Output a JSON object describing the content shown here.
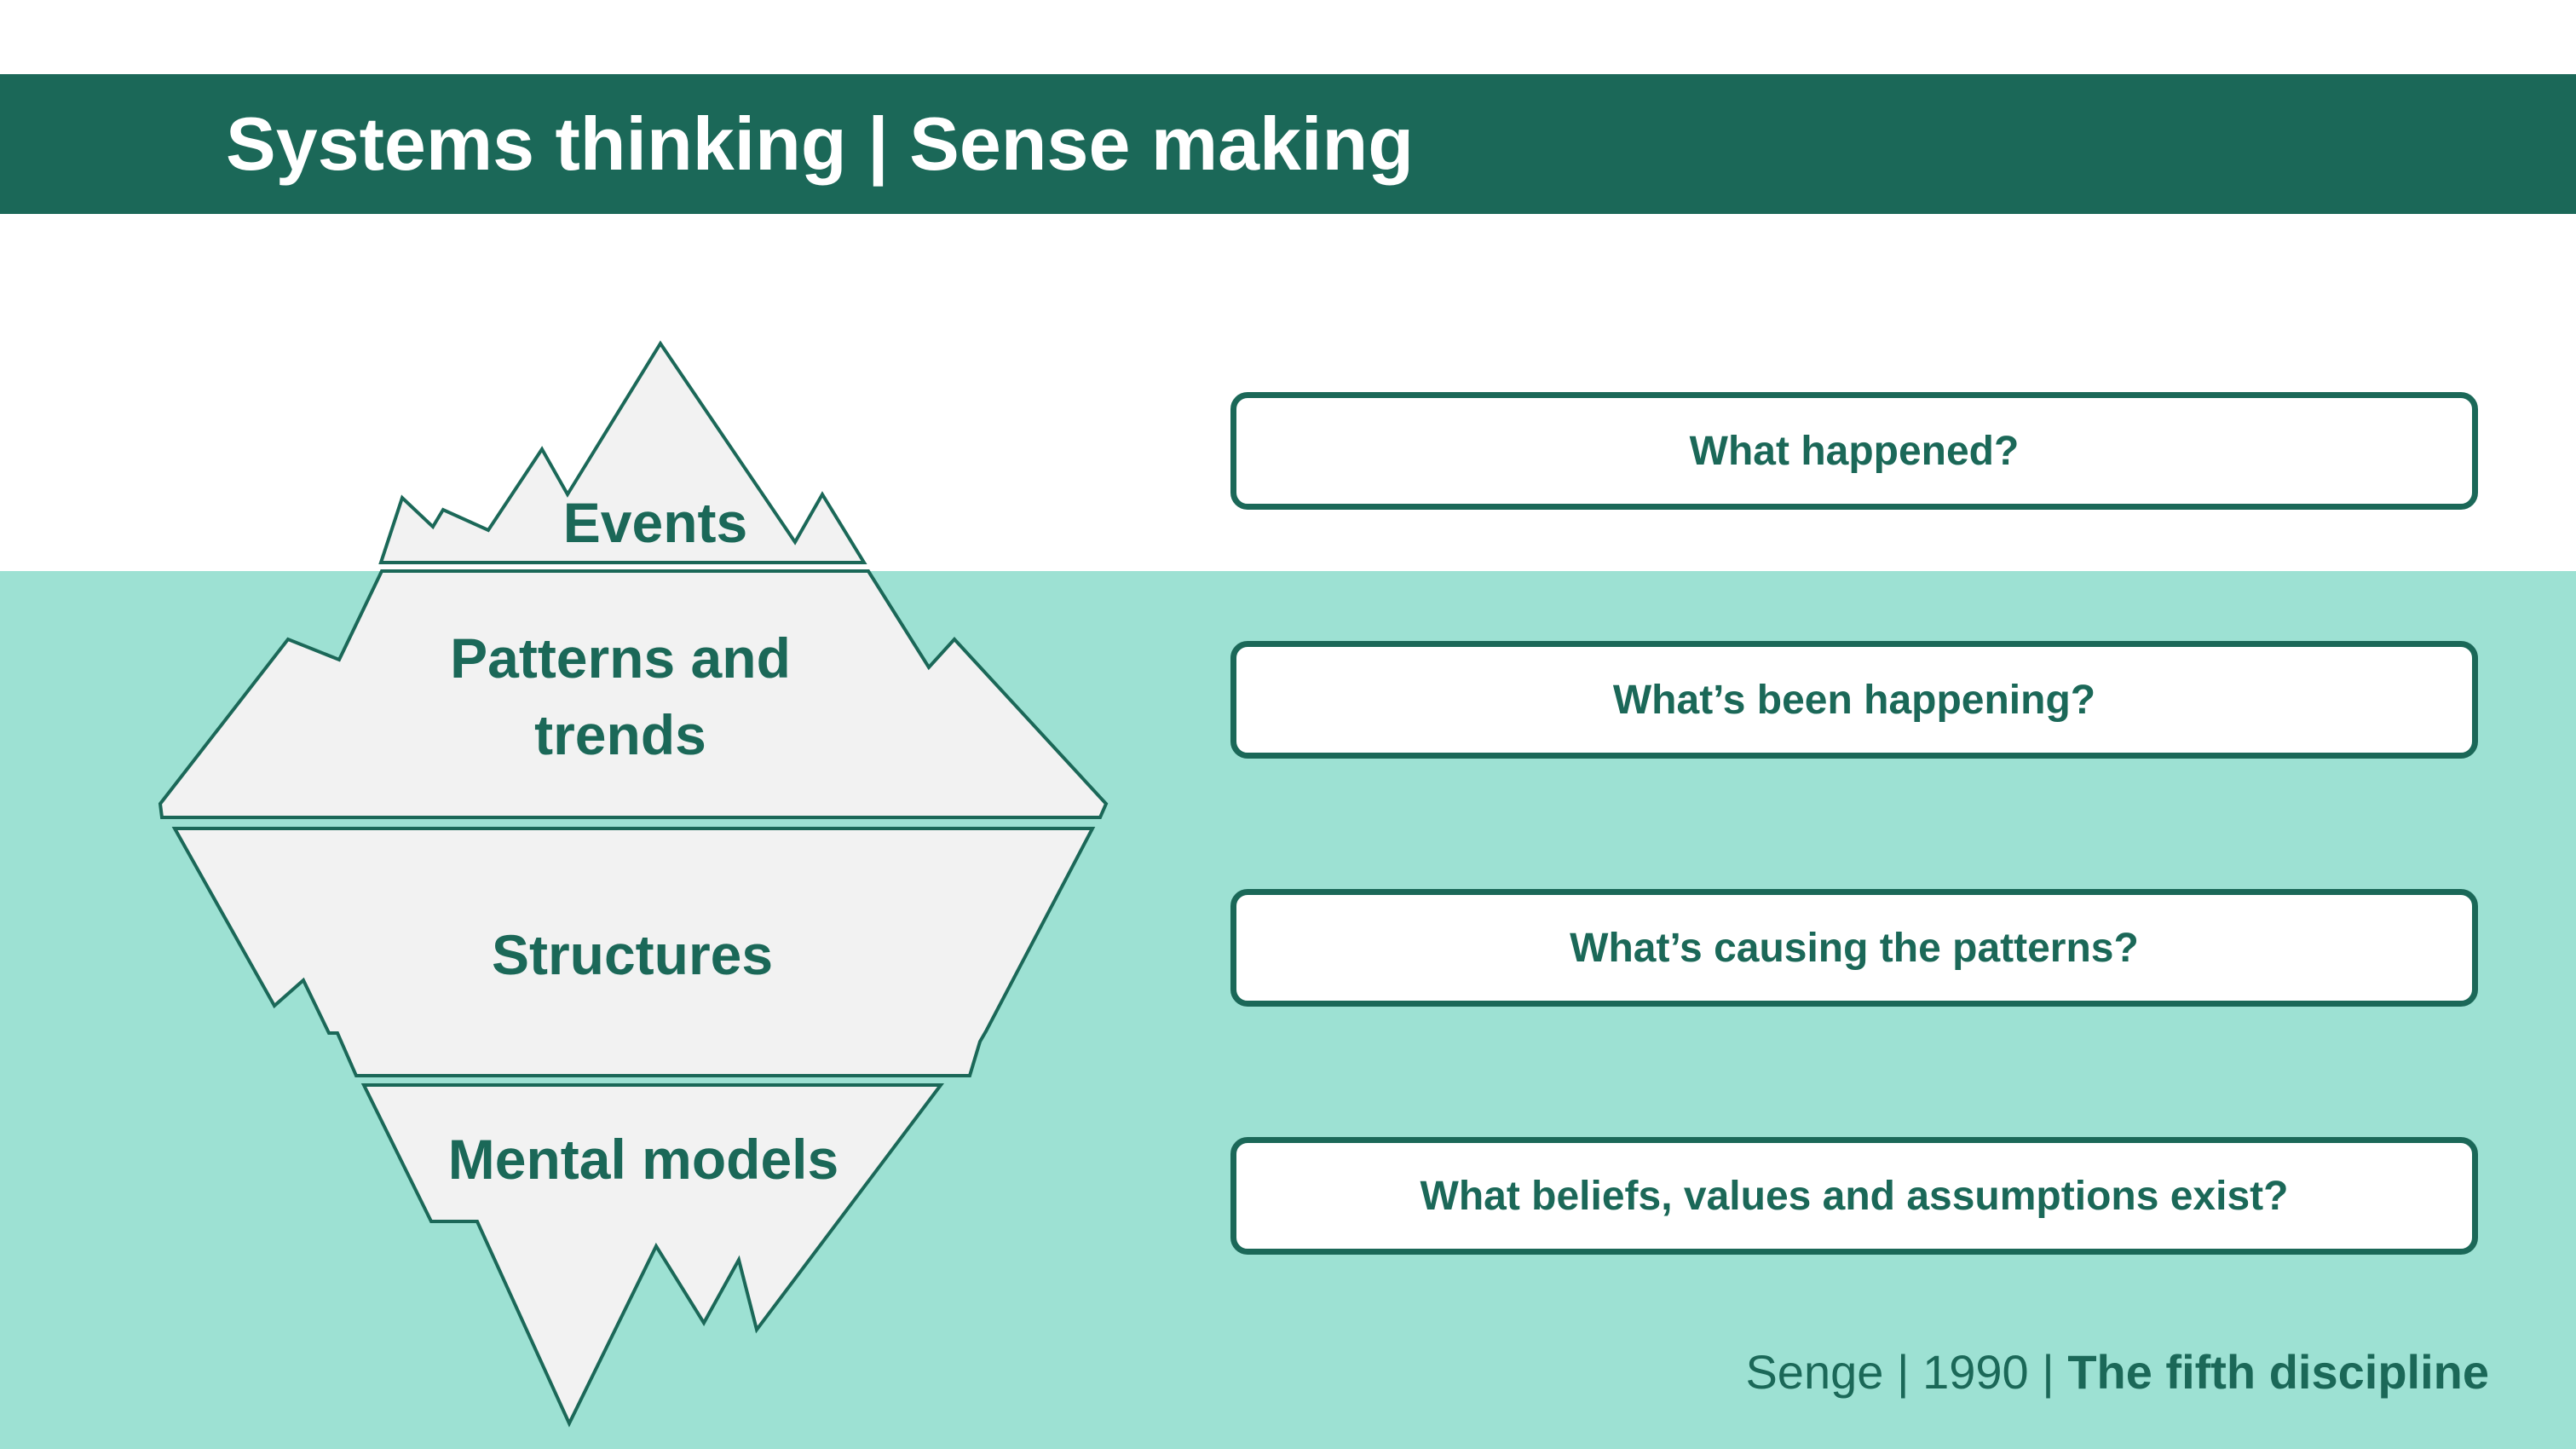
{
  "header": {
    "title": "Systems thinking | Sense making"
  },
  "iceberg": {
    "layers": [
      {
        "label": "Events"
      },
      {
        "label": "Patterns and trends"
      },
      {
        "label": "Structures"
      },
      {
        "label": "Mental models"
      }
    ]
  },
  "questions": [
    {
      "text": "What happened?"
    },
    {
      "text": "What’s been happening?"
    },
    {
      "text": "What’s causing the patterns?"
    },
    {
      "text": "What beliefs, values and assumptions exist?"
    }
  ],
  "citation": {
    "author": "Senge",
    "separator1": "|",
    "year": "1990",
    "separator2": "|",
    "work": "The fifth discipline"
  },
  "colors": {
    "primary": "#1b6858",
    "water": "#9de1d3",
    "ice": "#f2f2f2",
    "background": "#ffffff"
  }
}
